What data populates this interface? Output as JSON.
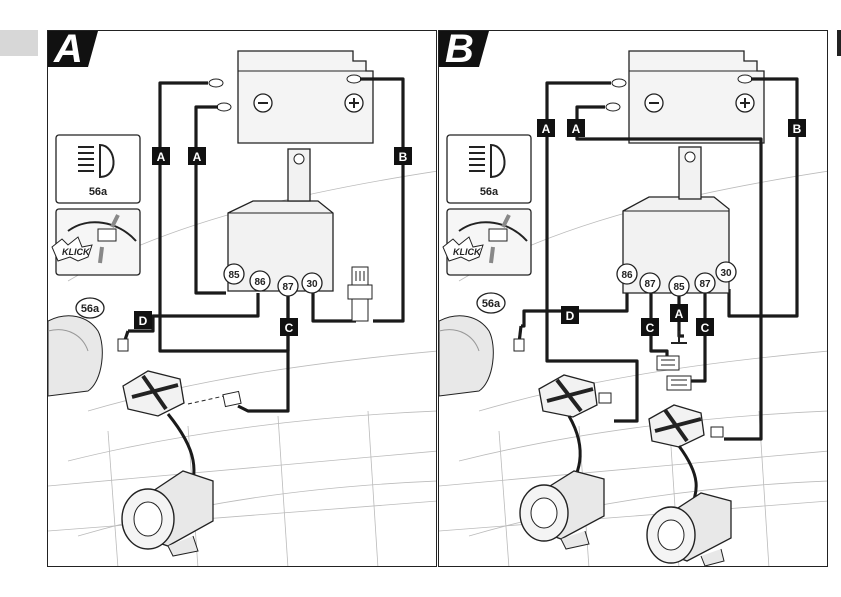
{
  "panels": [
    {
      "id": "A",
      "relay_pins": [
        "85",
        "86",
        "87",
        "30"
      ],
      "wire_labels": {
        "a1": "A",
        "a2": "A",
        "b": "B",
        "c": "C",
        "d": "D"
      },
      "lamp_card": "56a",
      "bulb_tag": "56a",
      "klick": "KLICK"
    },
    {
      "id": "B",
      "relay_pins": [
        "86",
        "87",
        "85",
        "87",
        "30"
      ],
      "wire_labels": {
        "a1": "A",
        "a2": "A",
        "b": "B",
        "c1": "C",
        "c2": "C",
        "a3": "A",
        "d": "D"
      },
      "lamp_card": "56a",
      "bulb_tag": "56a",
      "klick": "KLICK"
    }
  ],
  "colors": {
    "wire": "#1a1a1a",
    "panel_border": "#222222",
    "fill": "#f2f2f2",
    "tab": "#d7d7d7"
  }
}
